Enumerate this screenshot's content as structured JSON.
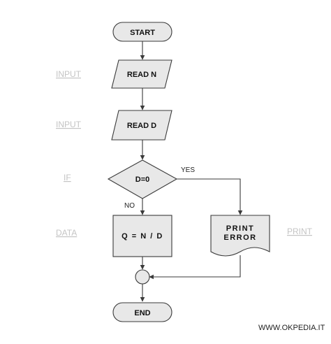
{
  "nodes": {
    "start": "START",
    "read_n": "READ N",
    "read_d": "READ D",
    "decision": "D=0",
    "compute": "Q = N / D",
    "print_line1": "PRINT",
    "print_line2": "ERROR",
    "end": "END"
  },
  "edges": {
    "yes": "YES",
    "no": "NO"
  },
  "side_labels": {
    "input_1": "INPUT",
    "input_2": "INPUT",
    "if": "IF",
    "data": "DATA",
    "print": "PRINT"
  },
  "credit": "WWW.OKPEDIA.IT"
}
